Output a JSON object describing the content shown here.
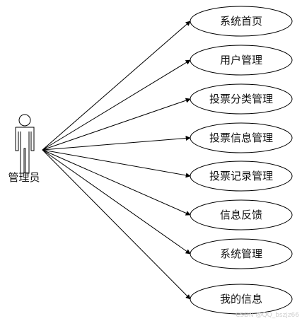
{
  "actor": {
    "label": "管理员",
    "icon": "stick-figure-actor"
  },
  "use_cases": [
    {
      "label": "系统首页"
    },
    {
      "label": "用户管理"
    },
    {
      "label": "投票分类管理"
    },
    {
      "label": "投票信息管理"
    },
    {
      "label": "投票记录管理"
    },
    {
      "label": "信息反馈"
    },
    {
      "label": "系统管理"
    },
    {
      "label": "我的信息"
    }
  ],
  "watermark": "CSDN @QQ_bszjz66",
  "colors": {
    "line": "#000000",
    "background": "#ffffff"
  }
}
